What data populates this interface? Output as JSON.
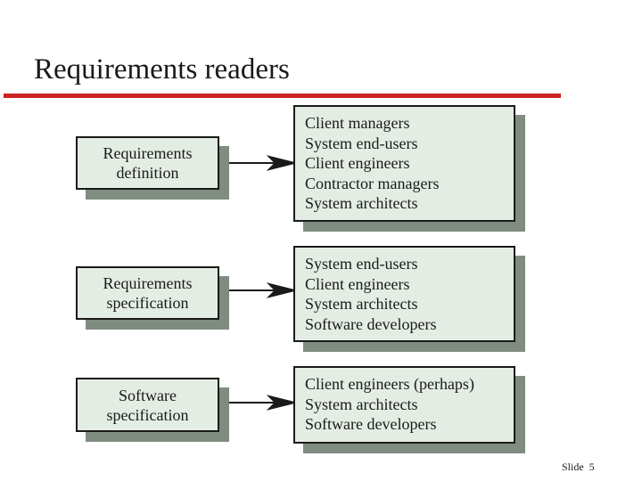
{
  "slide": {
    "title": "Requirements readers",
    "footer_label": "Slide",
    "footer_number": "5"
  },
  "diagram": {
    "rows": [
      {
        "document": [
          "Requirements",
          "definition"
        ],
        "readers": [
          "Client managers",
          "System end-users",
          "Client engineers",
          "Contractor managers",
          "System architects"
        ]
      },
      {
        "document": [
          "Requirements",
          "specification"
        ],
        "readers": [
          "System end-users",
          "Client engineers",
          "System architects",
          "Software developers"
        ]
      },
      {
        "document": [
          "Software",
          "specification"
        ],
        "readers": [
          "Client engineers (perhaps)",
          "System architects",
          "Software developers"
        ]
      }
    ]
  },
  "colors": {
    "title_rule": "#cc2222",
    "box_fill": "#e4ede3",
    "box_shadow": "#7f8c7f"
  }
}
